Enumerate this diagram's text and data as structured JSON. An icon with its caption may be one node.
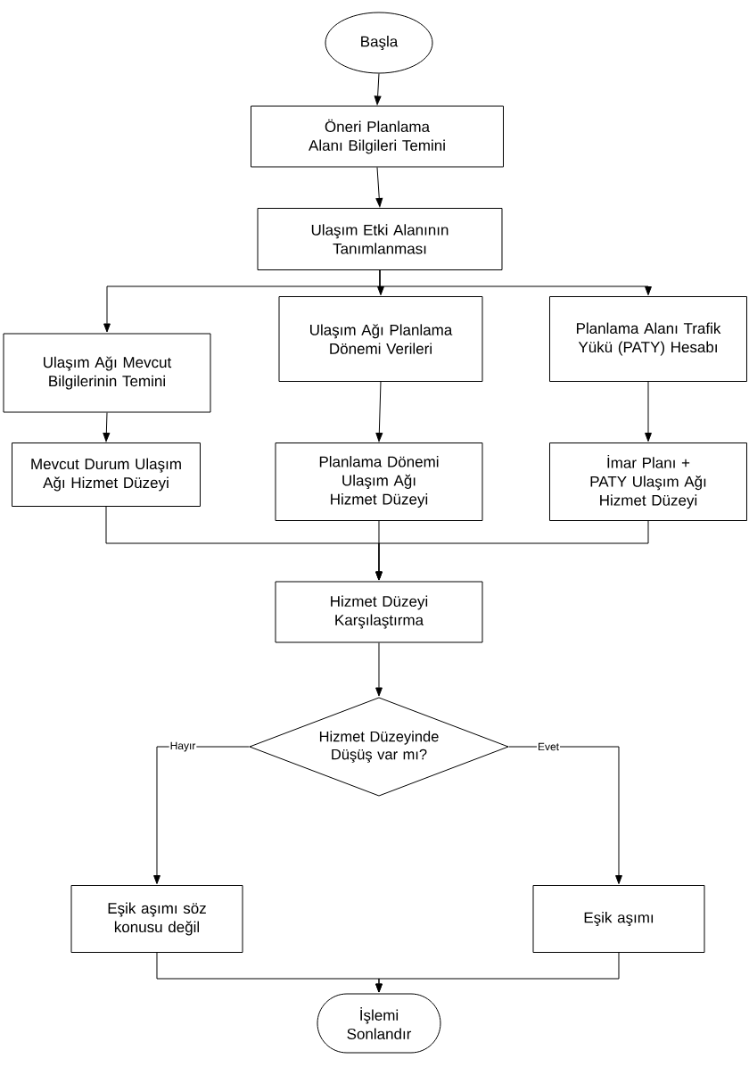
{
  "diagram": {
    "nodes": [
      {
        "text": [
          "Başla"
        ]
      },
      {
        "text": [
          "Öneri Planlama Alanı Bilgileri Temini"
        ]
      },
      {
        "text": [
          "Ulaşım Etki Alanının Tanımlanması"
        ]
      },
      {
        "text": [
          "Ulaşım Ağı Mevcut Bilgilerinin Temini"
        ]
      },
      {
        "text": [
          "Ulaşım Ağı Planlama Dönemi Verileri"
        ]
      },
      {
        "text": [
          "Planlama Alanı Trafik Yükü (PATY) Hesabı"
        ]
      },
      {
        "text": [
          "Mevcut Durum Ulaşım Ağı Hizmet Düzeyi"
        ]
      },
      {
        "text": [
          "Planlama Dönemi Ulaşım Ağı Hizmet Düzeyi"
        ]
      },
      {
        "text": [
          "İmar Planı + PATY Ulaşım Ağı Hizmet Düzeyi"
        ]
      },
      {
        "text": [
          "Hizmet Düzeyi Karşılaştırma"
        ]
      },
      {
        "text": [
          "Hizmet Düzeyinde Düşüş var mı?"
        ]
      },
      {
        "text": [
          "Eşik aşımı söz konusu değil"
        ]
      },
      {
        "text": [
          "Eşik aşımı"
        ]
      },
      {
        "text": [
          "İşlemi Sonlandır"
        ]
      }
    ],
    "edges": [
      {
        "from": 0,
        "to": 1,
        "arrow": "to"
      },
      {
        "from": 1,
        "to": 2,
        "arrow": "to"
      },
      {
        "from": 2,
        "to": 3,
        "arrow": "to"
      },
      {
        "from": 2,
        "to": 4,
        "arrow": "to"
      },
      {
        "from": 2,
        "to": 5,
        "arrow": "to"
      },
      {
        "from": 3,
        "to": 6,
        "arrow": "to"
      },
      {
        "from": 4,
        "to": 7,
        "arrow": "to"
      },
      {
        "from": 5,
        "to": 8,
        "arrow": "to"
      },
      {
        "from": 6,
        "to": 9,
        "arrow": "to"
      },
      {
        "from": 7,
        "to": 9,
        "arrow": "to"
      },
      {
        "from": 8,
        "to": 9,
        "arrow": "to"
      },
      {
        "from": 9,
        "to": 10,
        "arrow": "to"
      },
      {
        "from": 10,
        "to": 11,
        "arrow": "to",
        "label": "Hayır"
      },
      {
        "from": 10,
        "to": 12,
        "arrow": "to",
        "label": "Evet"
      },
      {
        "from": 11,
        "to": 13,
        "arrow": "to"
      },
      {
        "from": 12,
        "to": 13,
        "arrow": "to"
      }
    ]
  }
}
